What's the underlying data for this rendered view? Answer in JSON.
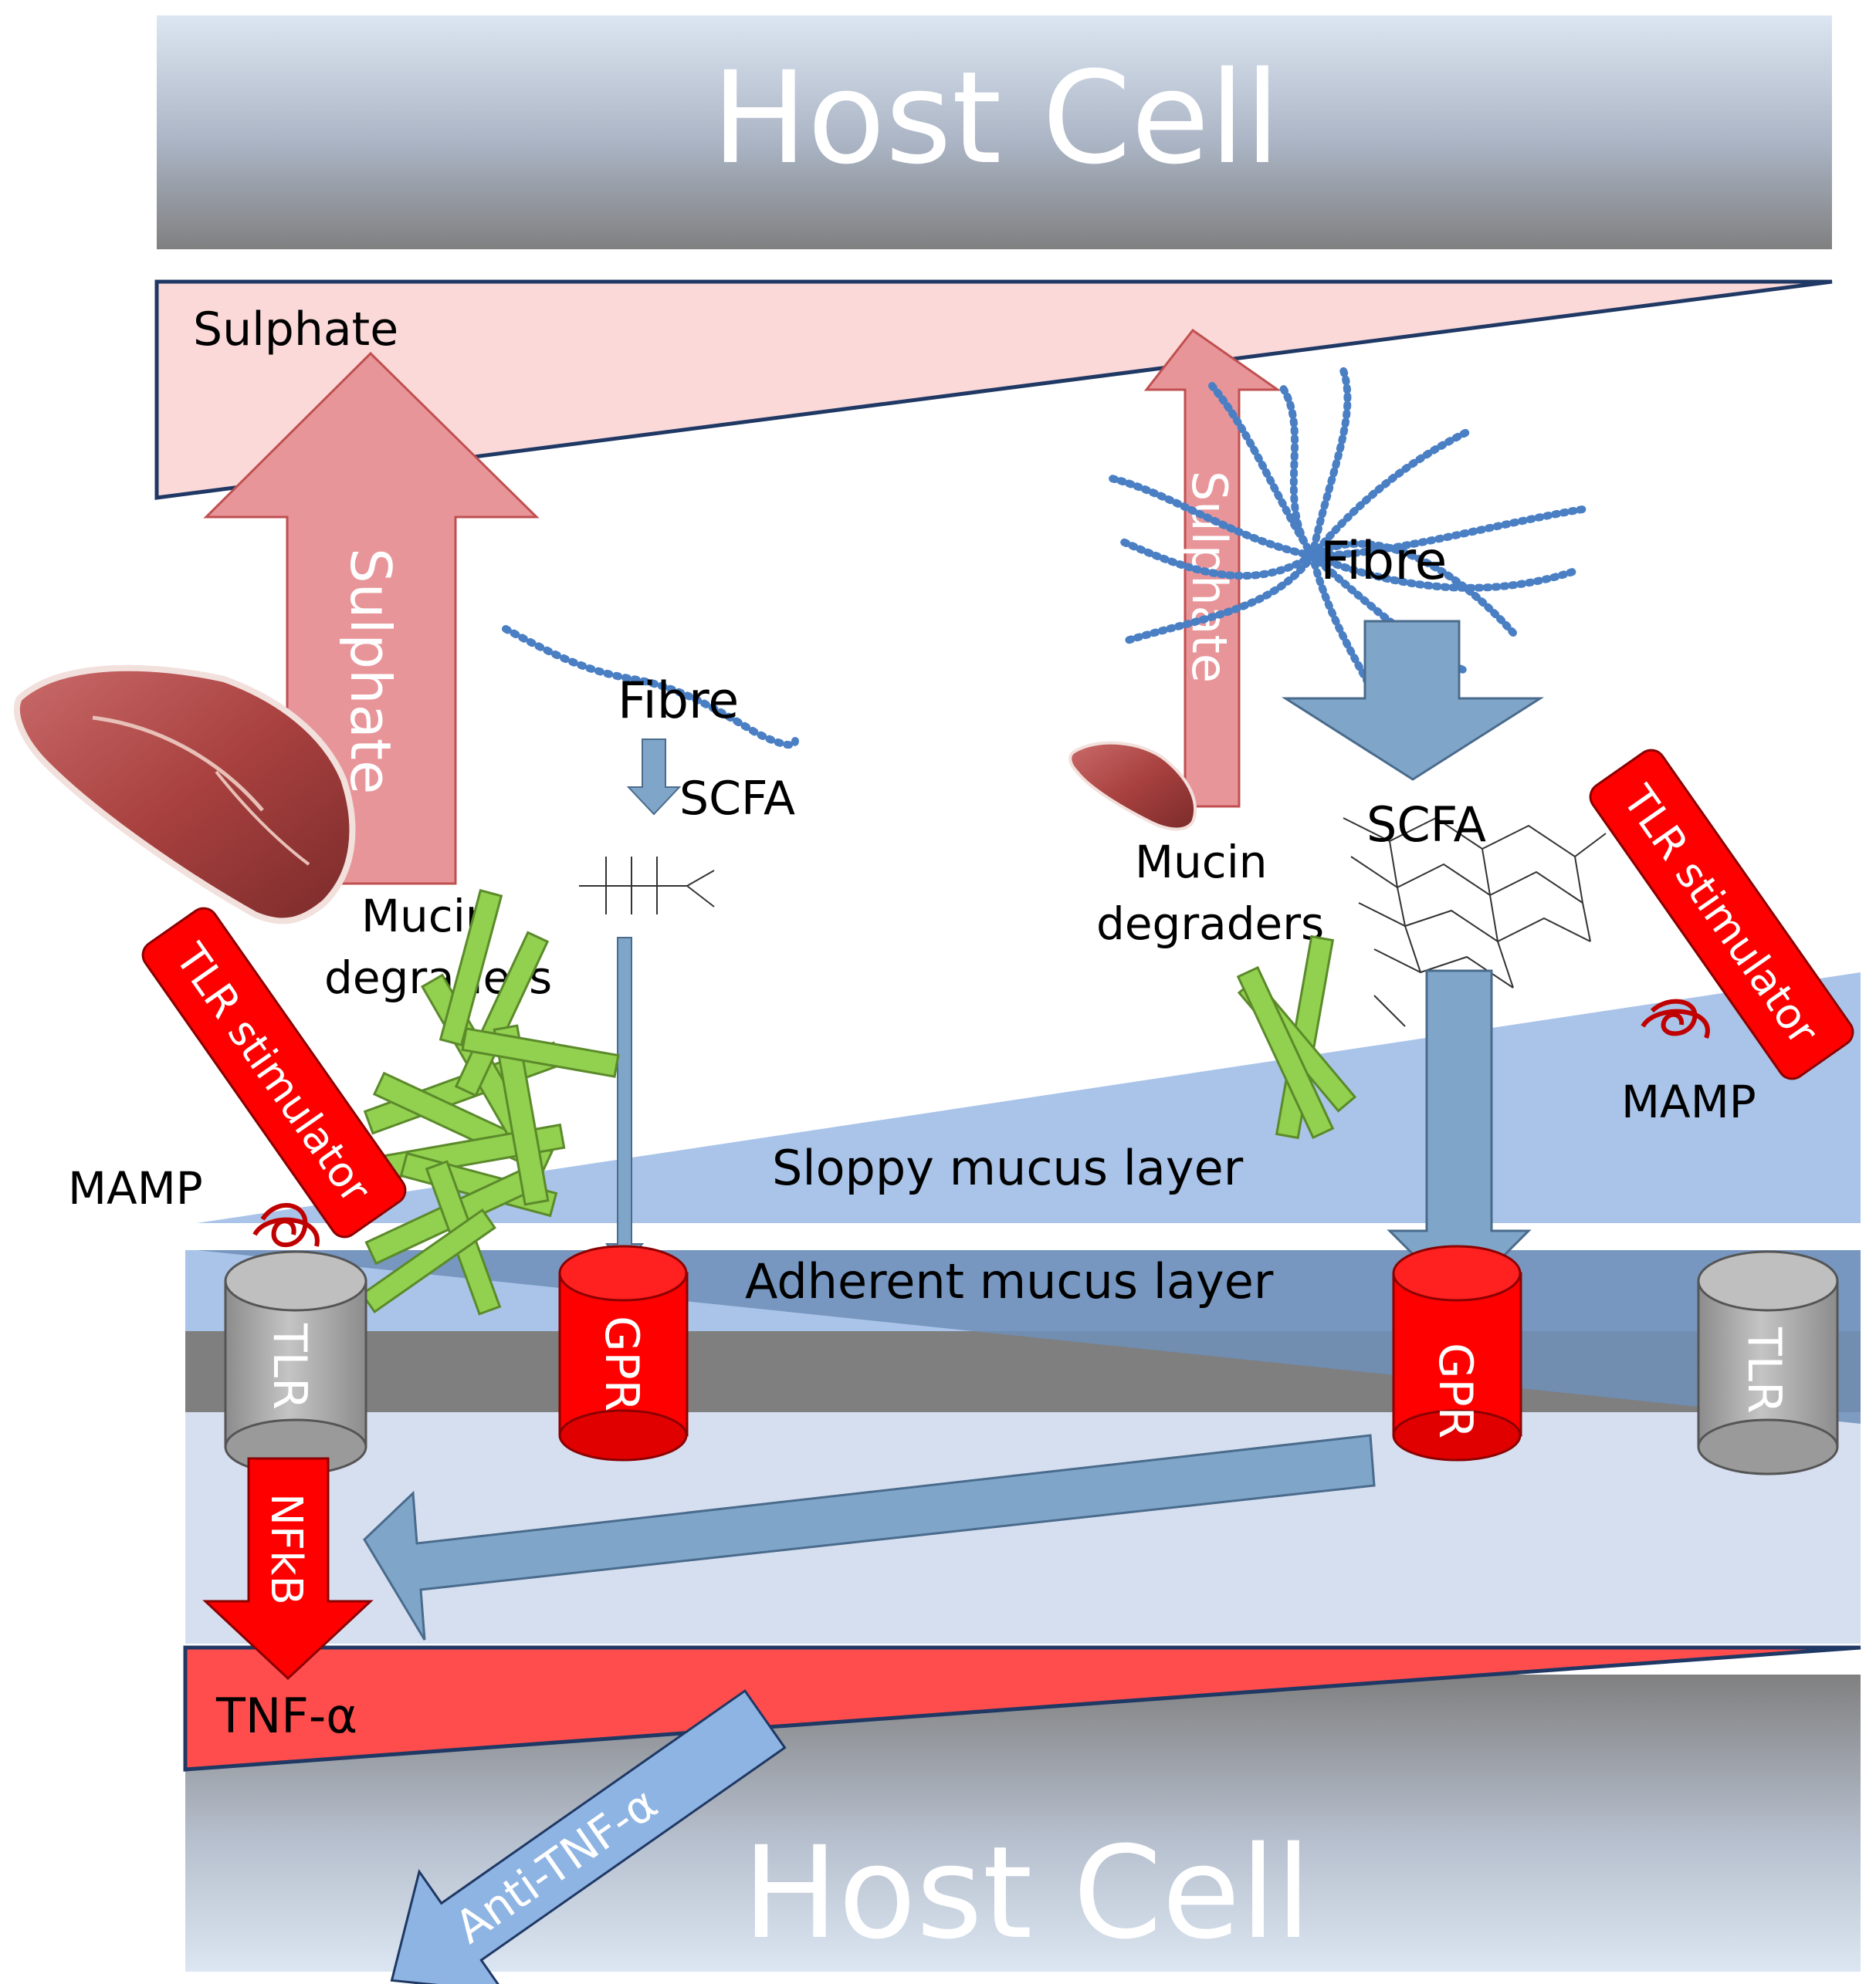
{
  "host_cell_top": "Host Cell",
  "host_cell_bottom": "Host Cell",
  "sulphate_gradient_label": "Sulphate",
  "left": {
    "sulphate_arrow": "Sulphate",
    "fibre": "Fibre",
    "scfa": "SCFA",
    "mucin_degraders_1": "Mucin",
    "mucin_degraders_2": "degraders",
    "tlr_stimulator": "TLR stimulator",
    "mamp": "MAMP",
    "tlr": "TLR",
    "gpr": "GPR",
    "nfkb": "NFkB"
  },
  "right": {
    "sulphate_arrow": "Sulphate",
    "fibre": "Fibre",
    "scfa": "SCFA",
    "mucin_degraders_1": "Mucin",
    "mucin_degraders_2": "degraders",
    "tlr_stimulator": "TLR stimulator",
    "mamp": "MAMP",
    "tlr": "TLR",
    "gpr": "GPR"
  },
  "sloppy_mucus": "Sloppy mucus layer",
  "adherent_mucus": "Adherent mucus layer",
  "tnf": "TNF-α",
  "anti_tnf": "Anti-TNF-α",
  "colors": {
    "red": "#ff0000",
    "sulphate_pink": "#e8959a",
    "blue_arrow": "#7fa6c9",
    "mucus_blue": "#a9c4e8",
    "membrane_grey": "#7f7f7f",
    "bacteria_green": "#92d050",
    "tnf_red": "#ff4d4d"
  }
}
